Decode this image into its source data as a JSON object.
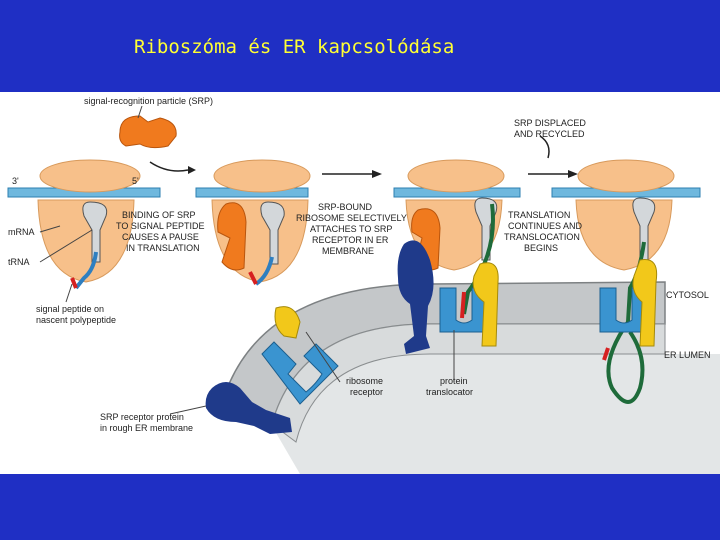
{
  "slide": {
    "title": "Riboszóma és ER kapcsolódása"
  },
  "diagram": {
    "srp_label": "signal-recognition particle (SRP)",
    "srp_displaced": [
      "SRP DISPLACED",
      "AND RECYCLED"
    ],
    "three_prime": "3'",
    "five_prime": "5'",
    "mrna": "mRNA",
    "trna": "tRNA",
    "binding": [
      "BINDING OF SRP",
      "TO SIGNAL PEPTIDE",
      "CAUSES A PAUSE",
      "IN TRANSLATION"
    ],
    "srp_bound": [
      "SRP-BOUND",
      "RIBOSOME SELECTIVELY",
      "ATTACHES TO SRP",
      "RECEPTOR IN ER",
      "MEMBRANE"
    ],
    "translation": [
      "TRANSLATION",
      "CONTINUES AND",
      "TRANSLOCATION",
      "BEGINS"
    ],
    "signal_peptide": [
      "signal peptide on",
      "nascent polypeptide"
    ],
    "cytosol": "CYTOSOL",
    "er_lumen": "ER LUMEN",
    "ribosome_receptor": [
      "ribosome",
      "receptor"
    ],
    "protein_translocator": [
      "protein",
      "translocator"
    ],
    "srp_receptor": [
      "SRP receptor protein",
      "in rough ER membrane"
    ],
    "colors": {
      "background": "#1f2fc4",
      "title": "#ffff33",
      "ribosome": "#f7c08a",
      "srp": "#f07a1e",
      "mrna": "#6fb8de",
      "trna": "#d3d7da",
      "peptide_blue": "#2f7fc0",
      "signal_red": "#d62020",
      "chain_green": "#1e6b3a",
      "membrane": "#c4c7c9",
      "lumen": "#e3e6e7",
      "receptor": "#1f3a8a",
      "translocator": "#3a94d0",
      "ribosome_receptor": "#f2c81a"
    }
  }
}
